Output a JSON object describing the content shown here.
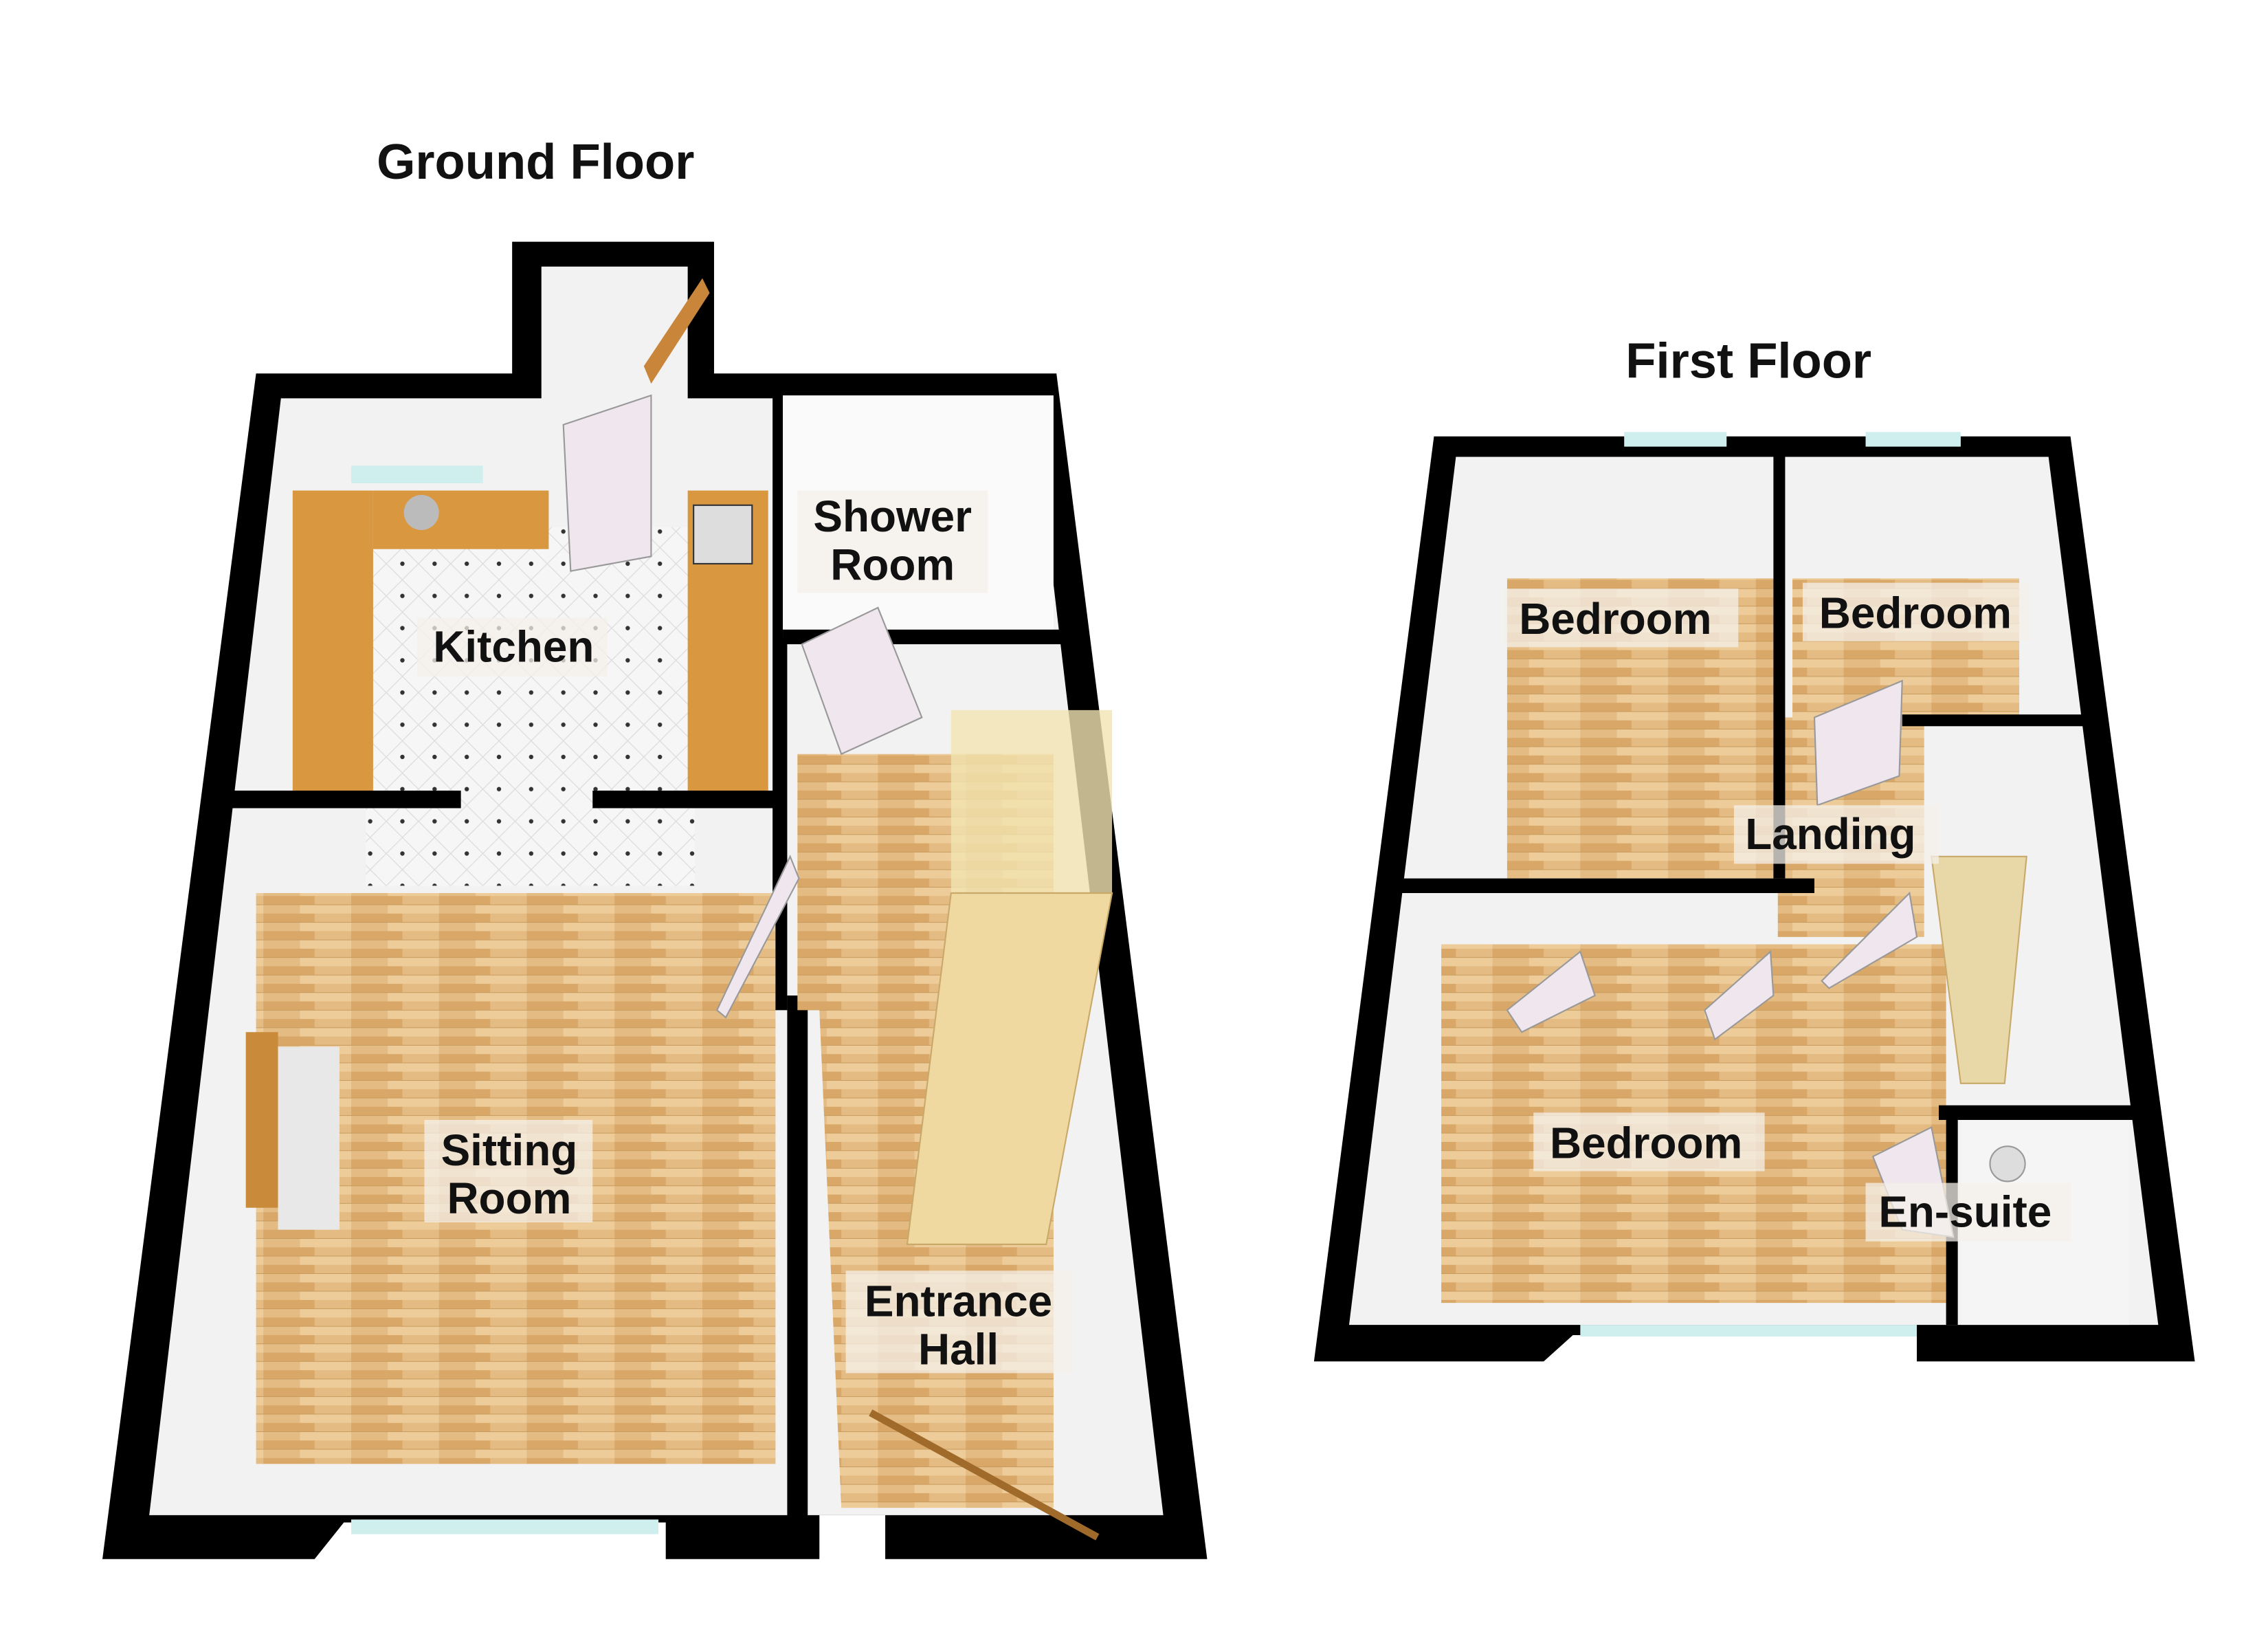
{
  "floors": {
    "ground": {
      "title": "Ground Floor",
      "rooms": {
        "kitchen": "Kitchen",
        "shower_room_1": "Shower",
        "shower_room_2": "Room",
        "sitting_room_1": "Sitting",
        "sitting_room_2": "Room",
        "entrance_hall_1": "Entrance",
        "entrance_hall_2": "Hall"
      }
    },
    "first": {
      "title": "First Floor",
      "rooms": {
        "bedroom_1": "Bedroom",
        "bedroom_2": "Bedroom",
        "landing": "Landing",
        "bedroom_3": "Bedroom",
        "ensuite": "En-suite"
      }
    }
  },
  "colors": {
    "wall": "#000000",
    "wood": "#e2b77c",
    "tile": "#f4f4f4",
    "worktop": "#d9973f",
    "window": "#cfeeee"
  }
}
